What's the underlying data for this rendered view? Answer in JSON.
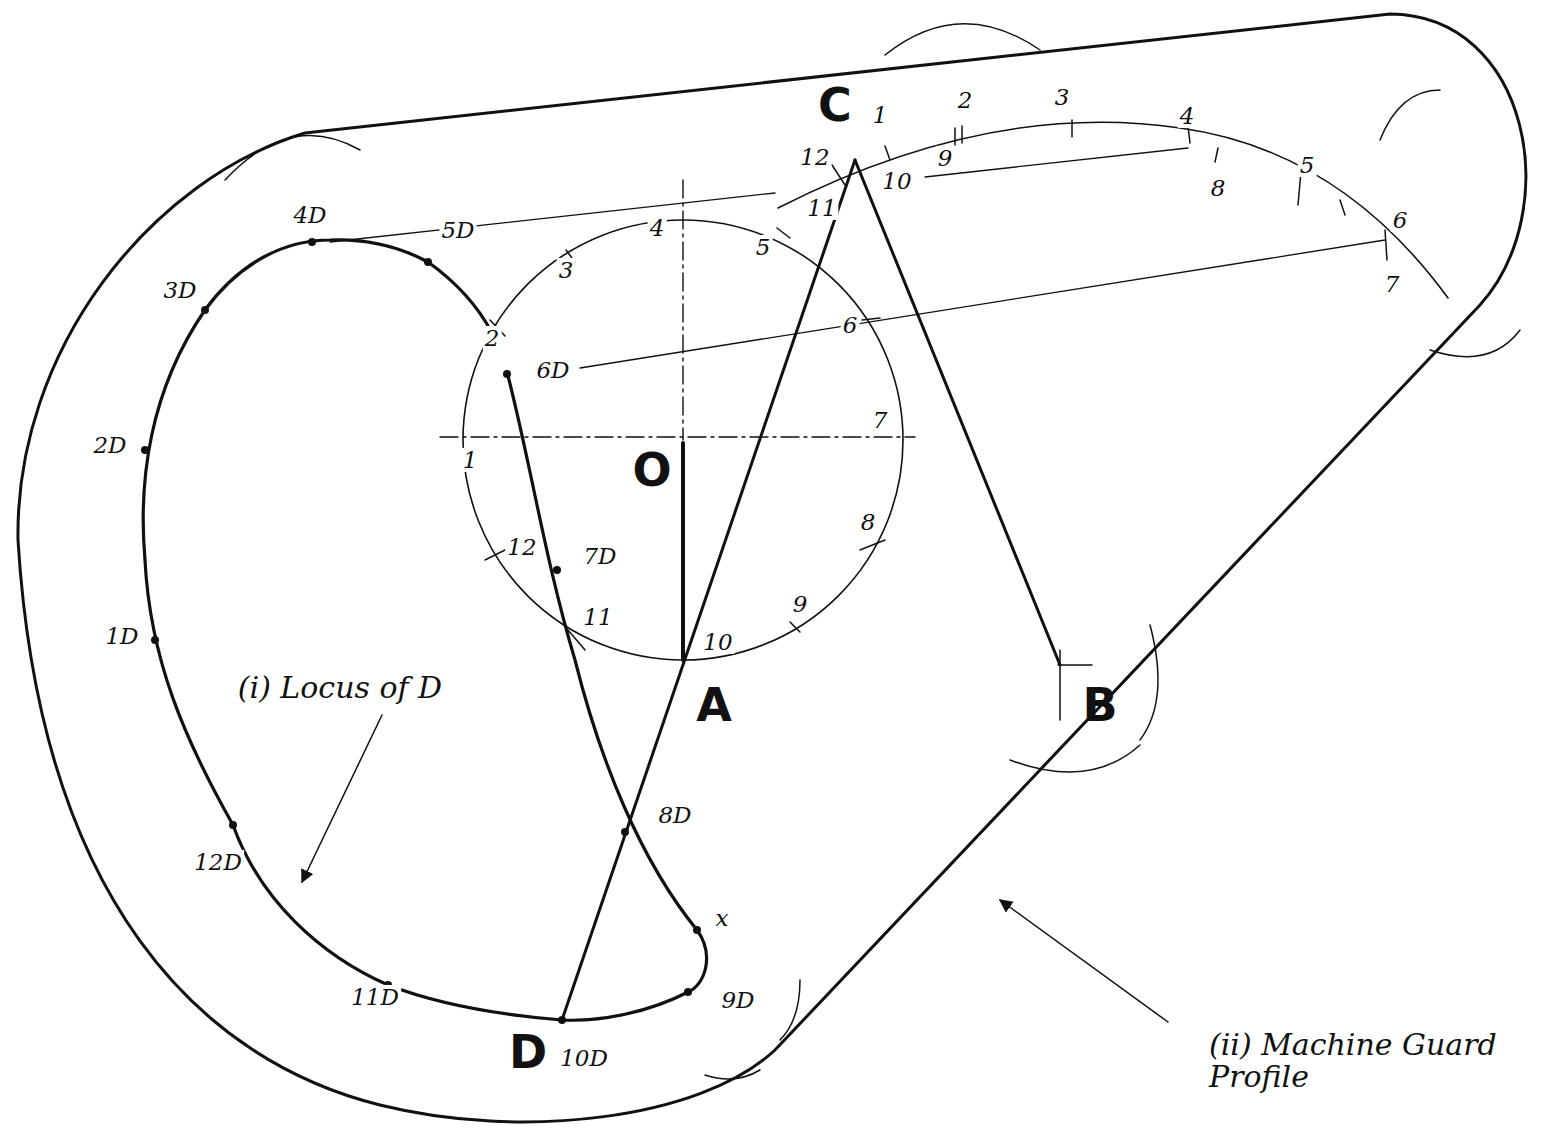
{
  "diagram": {
    "labels": [
      "C",
      "1",
      "2",
      "3",
      "4",
      "5",
      "6",
      "7",
      "8",
      "9",
      "10",
      "11",
      "12",
      "1",
      "2",
      "3",
      "4",
      "5",
      "6",
      "7",
      "8",
      "9",
      "10",
      "11",
      "12",
      "O",
      "A",
      "B",
      "D",
      "10D",
      "1D",
      "2D",
      "3D",
      "4D",
      "5D",
      "6D",
      "7D",
      "8D",
      "9D",
      "11D",
      "12D",
      "x",
      "(i) Locus of D",
      "(ii) Machine Guard Profile"
    ]
  }
}
